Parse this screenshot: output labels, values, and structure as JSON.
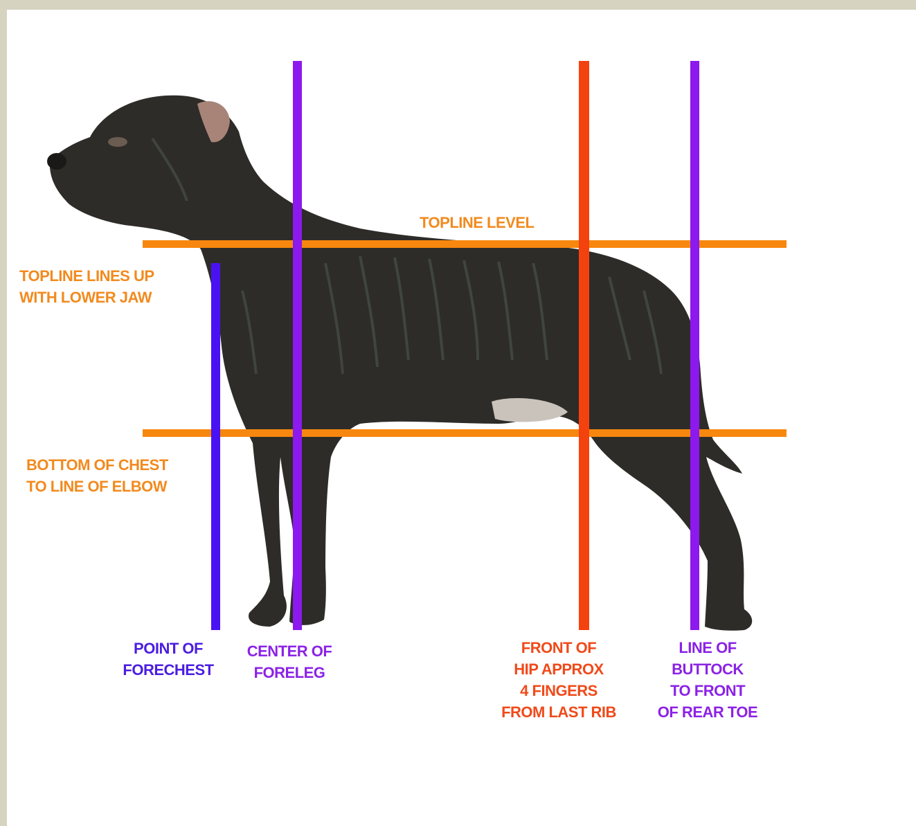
{
  "colors": {
    "orange": "#f7870f",
    "blue": "#4a12f2",
    "purple": "#8c19ee",
    "red": "#f4420f",
    "dog_body": "#2e2c28",
    "background": "#ffffff",
    "frame": "#d6d3c0"
  },
  "labels": {
    "topline_level": "TOPLINE LEVEL",
    "topline_jaw": [
      "TOPLINE LINES UP",
      "WITH LOWER JAW"
    ],
    "bottom_chest": [
      "BOTTOM OF CHEST",
      "TO LINE OF ELBOW"
    ],
    "forechest": [
      "POINT OF",
      "FORECHEST"
    ],
    "foreleg": [
      "CENTER OF",
      "FORELEG"
    ],
    "hip": [
      "FRONT OF",
      "HIP APPROX",
      "4 FINGERS",
      "FROM LAST RIB"
    ],
    "buttock": [
      "LINE OF",
      "BUTTOCK",
      "TO FRONT",
      "OF REAR TOE"
    ]
  }
}
